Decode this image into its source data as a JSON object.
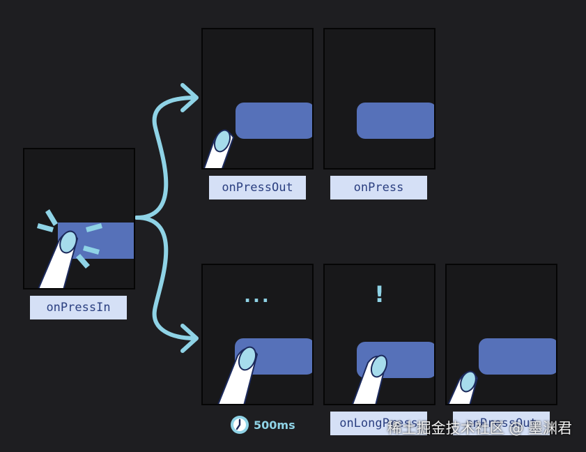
{
  "stages": {
    "initial_label": "onPressIn",
    "top_left_label": "onPressOut",
    "top_right_label": "onPress",
    "bottom_hold_symbol": "...",
    "bottom_hold_time": "500ms",
    "bottom_middle_symbol": "!",
    "bottom_middle_label": "onLongPress",
    "bottom_right_label": "onPressOut"
  },
  "icons": {
    "timer": "clock-icon",
    "finger": "finger-icon",
    "tap_burst": "tap-burst-icon",
    "arrow": "curved-arrow-icon"
  },
  "colors": {
    "background": "#1e1e21",
    "panel": "#18181a",
    "button": "#5671b9",
    "accent": "#8fd3e6",
    "label_bg": "#d5e0f6",
    "label_text": "#2b3f80"
  },
  "watermark": "稀土掘金技术社区 @ 墨渊君"
}
